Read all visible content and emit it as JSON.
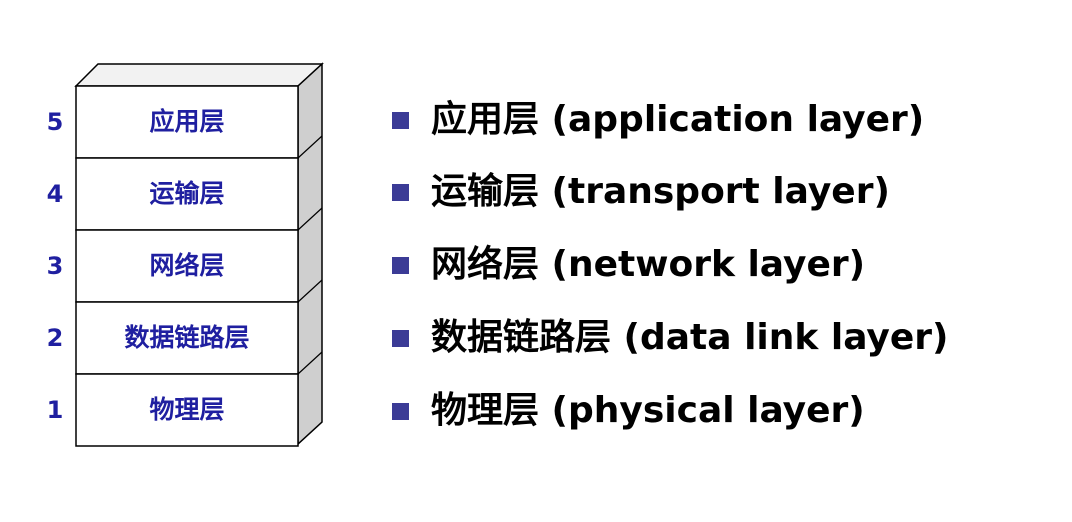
{
  "colors": {
    "layer_text": "#1f1fa0",
    "bullet": "#3b3b96",
    "box_face": "#ffffff",
    "box_side": "#cfcfcf",
    "box_top": "#f2f2f2",
    "outline": "#000000"
  },
  "stack": {
    "layers": [
      {
        "number": "5",
        "name": "应用层"
      },
      {
        "number": "4",
        "name": "运输层"
      },
      {
        "number": "3",
        "name": "网络层"
      },
      {
        "number": "2",
        "name": "数据链路层"
      },
      {
        "number": "1",
        "name": "物理层"
      }
    ]
  },
  "list": {
    "bullet_icon": "square-bullet-icon",
    "items": [
      {
        "text": "应用层 (application layer)"
      },
      {
        "text": "运输层 (transport layer)"
      },
      {
        "text": "网络层 (network layer)"
      },
      {
        "text": "数据链路层 (data link layer)"
      },
      {
        "text": "物理层 (physical layer)"
      }
    ]
  }
}
